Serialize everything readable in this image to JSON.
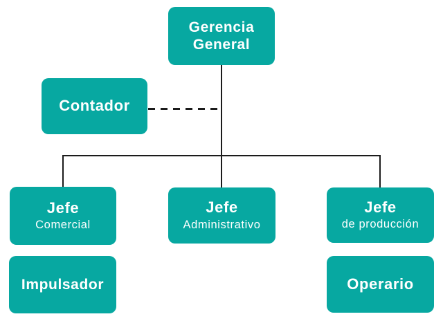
{
  "palette": {
    "node_fill": "#07A8A1",
    "node_text": "#FFFFFF",
    "connector": "#1B1B1B",
    "background": "#FFFFFF"
  },
  "org_chart": {
    "type": "organization-chart",
    "nodes": {
      "gerencia_general": {
        "title_line1": "Gerencia",
        "title_line2": "General"
      },
      "contador": {
        "title": "Contador"
      },
      "jefe_comercial": {
        "title": "Jefe",
        "subtitle": "Comercial"
      },
      "jefe_administrativo": {
        "title": "Jefe",
        "subtitle": "Administrativo"
      },
      "jefe_produccion": {
        "title": "Jefe",
        "subtitle": "de producción"
      },
      "impulsador": {
        "title": "Impulsador"
      },
      "operario": {
        "title": "Operario"
      }
    },
    "relations": {
      "solid_children_of_gerencia": [
        "jefe_comercial",
        "jefe_administrativo",
        "jefe_produccion"
      ],
      "dashed_advisor_of_gerencia": "contador",
      "child_of_jefe_comercial": "impulsador",
      "child_of_jefe_produccion": "operario"
    }
  }
}
